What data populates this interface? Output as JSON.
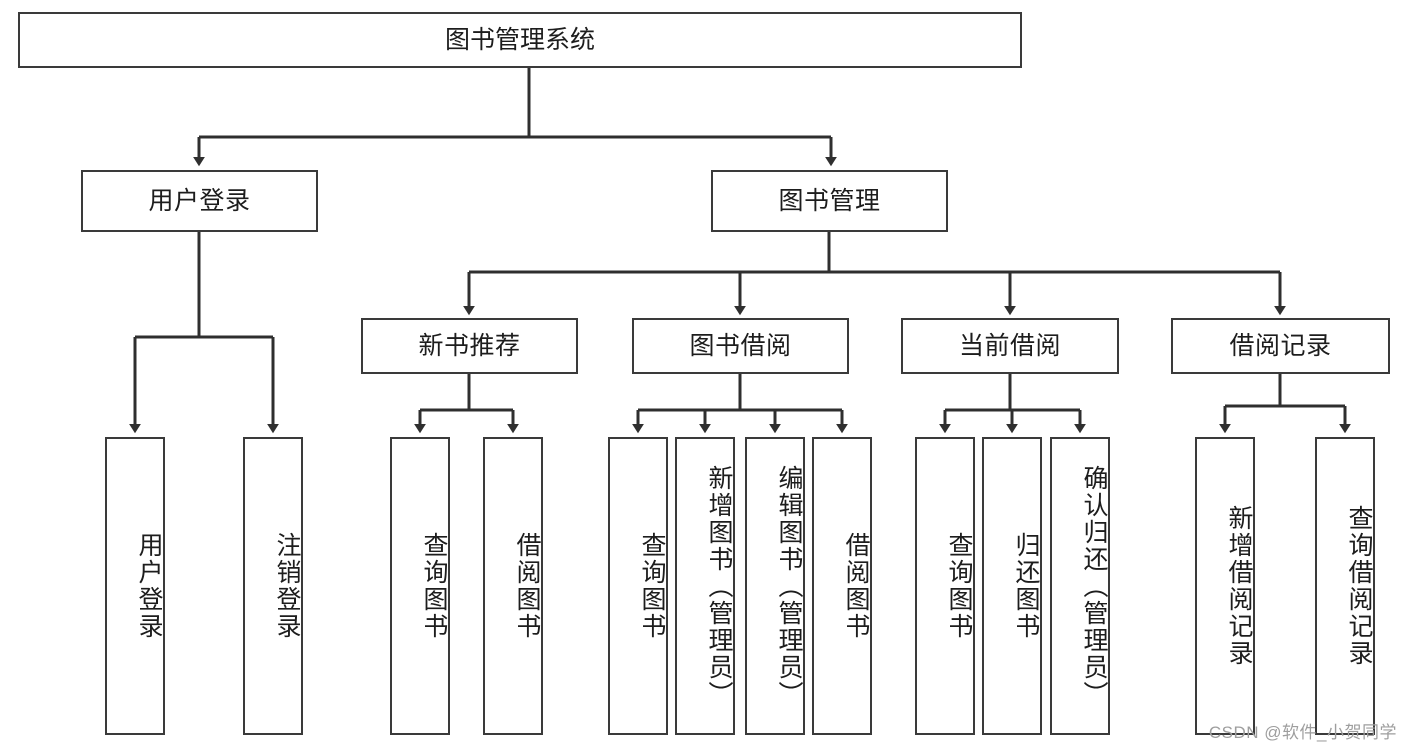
{
  "diagram": {
    "type": "tree",
    "title": "图书管理系统",
    "root": {
      "id": "root",
      "label": "图书管理系统"
    },
    "level2": [
      {
        "id": "user-login",
        "label": "用户登录"
      },
      {
        "id": "book-manage",
        "label": "图书管理"
      }
    ],
    "level3": [
      {
        "id": "new-book-rec",
        "label": "新书推荐",
        "parent": "book-manage"
      },
      {
        "id": "book-borrow",
        "label": "图书借阅",
        "parent": "book-manage"
      },
      {
        "id": "current-borrow",
        "label": "当前借阅",
        "parent": "book-manage"
      },
      {
        "id": "borrow-record",
        "label": "借阅记录",
        "parent": "book-manage"
      }
    ],
    "leaves": [
      {
        "id": "leaf-user-login",
        "label": "用户登录",
        "parent": "user-login"
      },
      {
        "id": "leaf-logout",
        "label": "注销登录",
        "parent": "user-login"
      },
      {
        "id": "leaf-query-book-1",
        "label": "查询图书",
        "parent": "new-book-rec"
      },
      {
        "id": "leaf-borrow-book-1",
        "label": "借阅图书",
        "parent": "new-book-rec"
      },
      {
        "id": "leaf-query-book-2",
        "label": "查询图书",
        "parent": "book-borrow"
      },
      {
        "id": "leaf-add-book",
        "label": "新增图书（管理员）",
        "parent": "book-borrow"
      },
      {
        "id": "leaf-edit-book",
        "label": "编辑图书（管理员）",
        "parent": "book-borrow"
      },
      {
        "id": "leaf-borrow-book-2",
        "label": "借阅图书",
        "parent": "book-borrow"
      },
      {
        "id": "leaf-query-book-3",
        "label": "查询图书",
        "parent": "current-borrow"
      },
      {
        "id": "leaf-return-book",
        "label": "归还图书",
        "parent": "current-borrow"
      },
      {
        "id": "leaf-confirm-return",
        "label": "确认归还（管理员）",
        "parent": "current-borrow"
      },
      {
        "id": "leaf-add-record",
        "label": "新增借阅记录",
        "parent": "borrow-record"
      },
      {
        "id": "leaf-query-record",
        "label": "查询借阅记录",
        "parent": "borrow-record"
      }
    ]
  },
  "watermark": {
    "text": "CSDN @软件_小贺同学"
  },
  "colors": {
    "box_border": "#3a3a3a",
    "box_fill": "#ffffff",
    "edge": "#2f2f2f",
    "text": "#1d1d1d",
    "watermark": "#9e9e9e",
    "background": "#ffffff"
  }
}
